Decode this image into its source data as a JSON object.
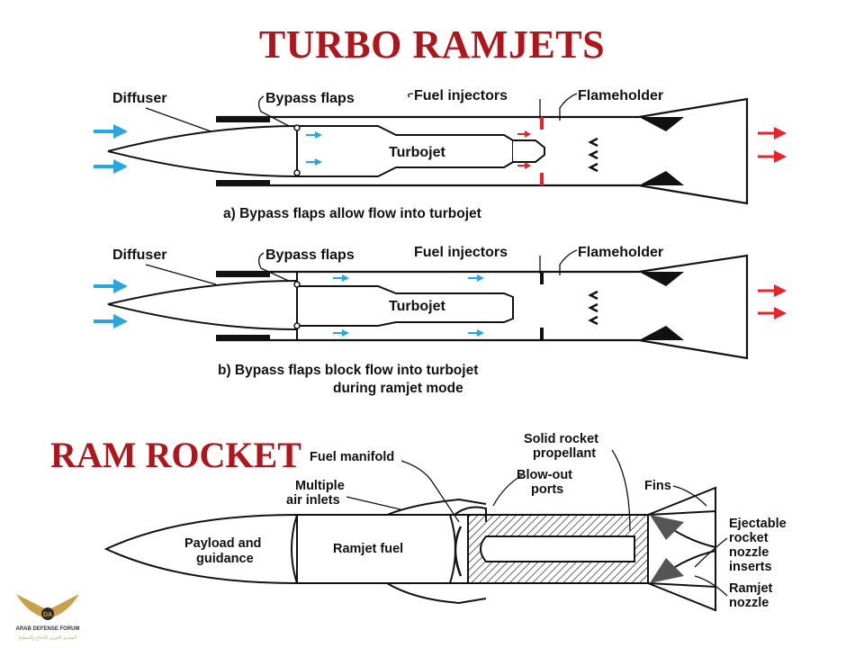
{
  "title": "TURBO RAMJETS",
  "section2_title": "RAM ROCKET",
  "diagram_a": {
    "labels": {
      "diffuser": "Diffuser",
      "bypass_flaps": "Bypass flaps",
      "fuel_injectors": "Fuel injectors",
      "flameholder": "Flameholder",
      "turbojet": "Turbojet"
    },
    "caption": "a) Bypass flaps allow flow into turbojet"
  },
  "diagram_b": {
    "labels": {
      "diffuser": "Diffuser",
      "bypass_flaps": "Bypass flaps",
      "fuel_injectors": "Fuel injectors",
      "flameholder": "Flameholder",
      "turbojet": "Turbojet"
    },
    "caption_line1": "b) Bypass flaps block flow into turbojet",
    "caption_line2": "during ramjet mode"
  },
  "ram_rocket": {
    "labels": {
      "payload_line1": "Payload and",
      "payload_line2": "guidance",
      "ramjet_fuel": "Ramjet fuel",
      "fuel_manifold": "Fuel manifold",
      "multiple_line1": "Multiple",
      "multiple_line2": "air inlets",
      "solid_line1": "Solid rocket",
      "solid_line2": "propellant",
      "blowout_line1": "Blow-out",
      "blowout_line2": "ports",
      "fins": "Fins",
      "ejectable_line1": "Ejectable",
      "ejectable_line2": "rocket",
      "ejectable_line3": "nozzle",
      "ejectable_line4": "inserts",
      "ramjet_nozzle_line1": "Ramjet",
      "ramjet_nozzle_line2": "nozzle"
    }
  },
  "logo": {
    "text_line1": "ARAB DEFENSE FORUM",
    "text_line2": "المنتدى العربي للدفاع والتسليح"
  },
  "colors": {
    "title": "#b0151b",
    "inflow_arrow": "#29a6df",
    "outflow_arrow": "#e8242a",
    "ink": "#111111"
  }
}
